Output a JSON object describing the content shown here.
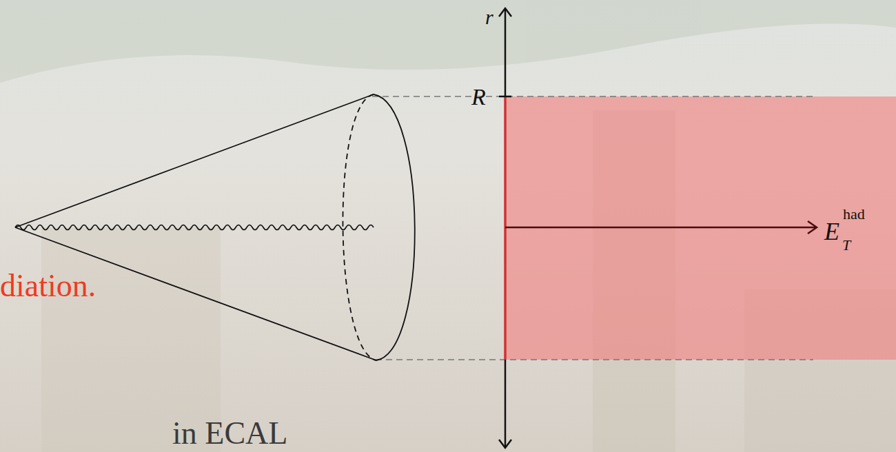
{
  "diagram": {
    "labels": [
      "r",
      "R",
      "E",
      "T",
      "had",
      "diation.",
      "in ECAL"
    ]
  }
}
